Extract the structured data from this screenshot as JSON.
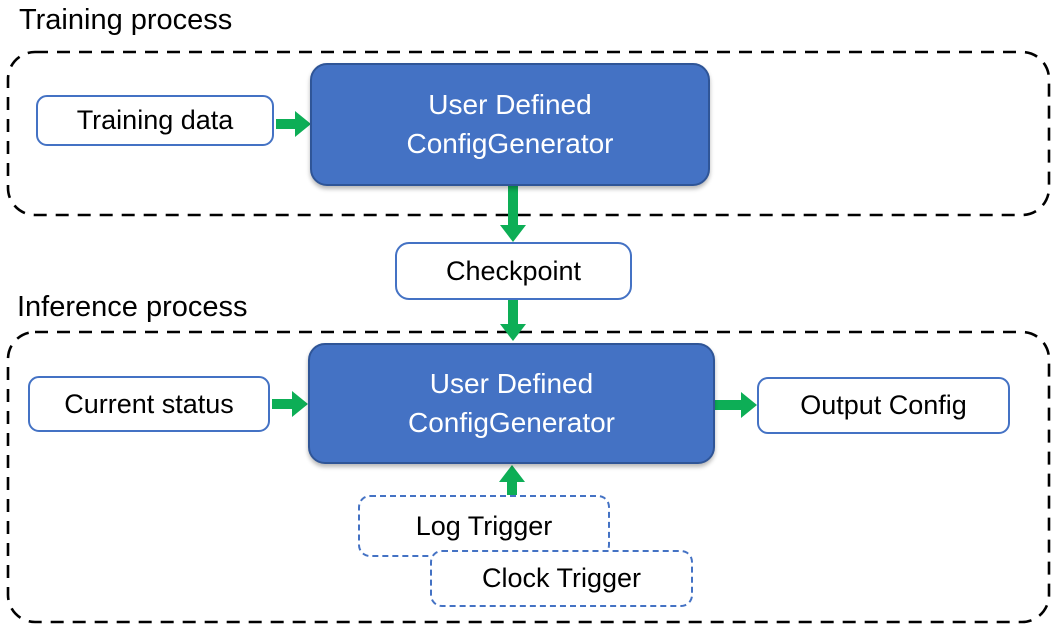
{
  "training": {
    "title": "Training process",
    "input_box": "Training data",
    "generator": {
      "line1": "User Defined",
      "line2": "ConfigGenerator"
    }
  },
  "checkpoint": {
    "label": "Checkpoint"
  },
  "inference": {
    "title": "Inference process",
    "input_box": "Current status",
    "generator": {
      "line1": "User Defined",
      "line2": "ConfigGenerator"
    },
    "output_box": "Output Config",
    "log_trigger": "Log Trigger",
    "clock_trigger": "Clock Trigger"
  },
  "colors": {
    "node_fill": "#4472C4",
    "node_border": "#2F5597",
    "light_box_border": "#4472C4",
    "trigger_box_border_dashed": "#4472C4",
    "arrow_green": "#0DAE56",
    "container_dashed_border": "#000000",
    "text": "#000000",
    "text_on_blue": "#FFFFFF",
    "background": "#FFFFFF"
  }
}
